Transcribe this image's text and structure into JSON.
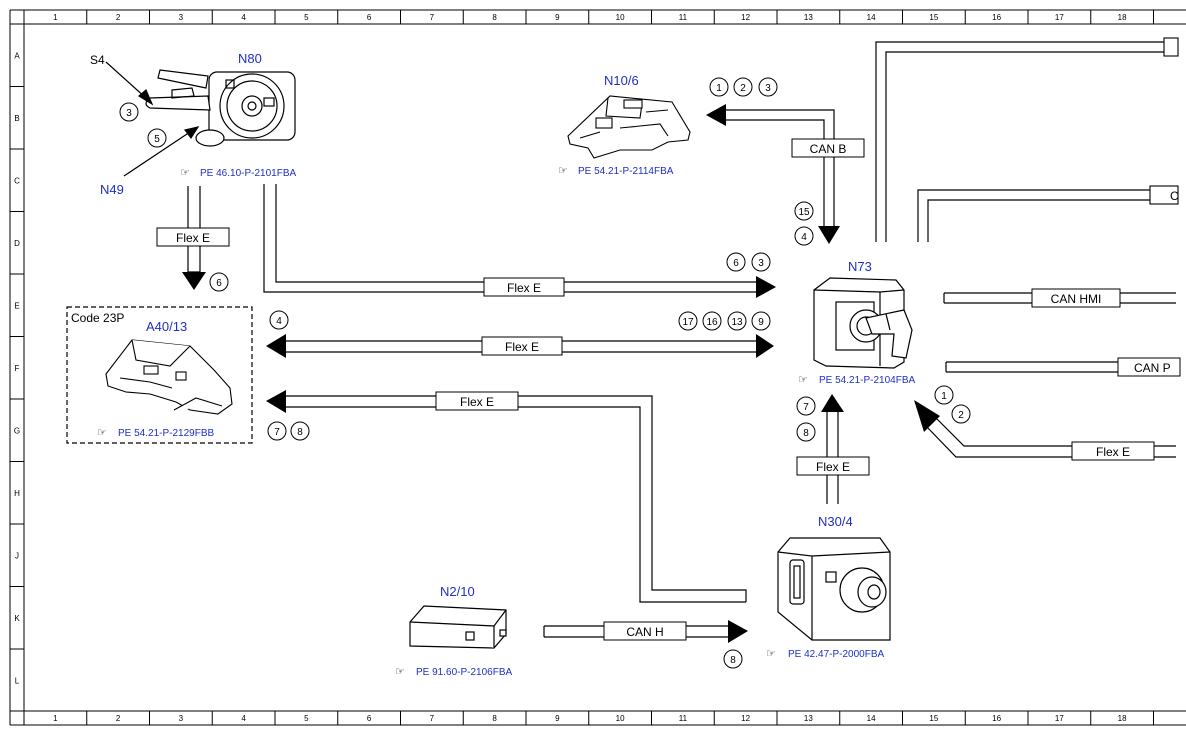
{
  "grid": {
    "columns": [
      "1",
      "2",
      "3",
      "4",
      "5",
      "6",
      "7",
      "8",
      "9",
      "10",
      "11",
      "12",
      "13",
      "14",
      "15",
      "16",
      "17",
      "18"
    ],
    "rows": [
      "A",
      "B",
      "C",
      "D",
      "E",
      "F",
      "G",
      "H",
      "J",
      "K",
      "L"
    ]
  },
  "colors": {
    "component_label": "#1f2fc8",
    "reference": "#1f2fc8",
    "lines": "#000000"
  },
  "components": {
    "n80": {
      "id": "N80",
      "ref": "PE 46.10-P-2101FBA"
    },
    "s4": {
      "id": "S4"
    },
    "n49": {
      "id": "N49"
    },
    "n10_6": {
      "id": "N10/6",
      "ref": "PE 54.21-P-2114FBA"
    },
    "n73": {
      "id": "N73",
      "ref": "PE 54.21-P-2104FBA"
    },
    "a40_13": {
      "id": "A40/13",
      "code": "Code 23P",
      "ref": "PE 54.21-P-2129FBB"
    },
    "n2_10": {
      "id": "N2/10",
      "ref": "PE 91.60-P-2106FBA"
    },
    "n30_4": {
      "id": "N30/4",
      "ref": "PE 42.47-P-2000FBA"
    }
  },
  "buses": {
    "flex_e": "Flex E",
    "can_b": "CAN B",
    "can_hmi": "CAN HMI",
    "can_p": "CAN P",
    "can_h": "CAN H",
    "c_partial": "C"
  },
  "circled": {
    "s4_3": "3",
    "s4_5": "5",
    "n10_1": "1",
    "n10_2": "2",
    "n10_3": "3",
    "canb_15": "15",
    "canb_4": "4",
    "flexdown_6": "6",
    "top_6": "6",
    "top_3": "3",
    "mid_4": "4",
    "mid_17": "17",
    "mid_16": "16",
    "mid_13": "13",
    "mid_9": "9",
    "a40_7": "7",
    "a40_8": "8",
    "n30_7": "7",
    "n30_8": "8",
    "r_1": "1",
    "r_2": "2",
    "canh_8": "8"
  }
}
